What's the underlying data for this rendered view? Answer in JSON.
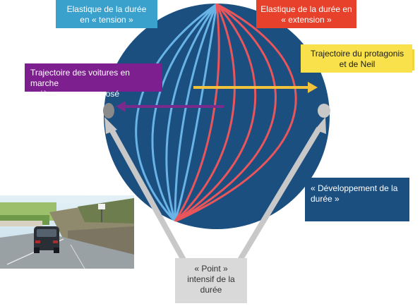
{
  "labels": {
    "tension": [
      "Elastique de la durée",
      "en « tension »"
    ],
    "extension": [
      "Elastique de la durée en",
      "« extension »"
    ],
    "protagonist": [
      "Trajectoire du protagonis",
      "et de Neil"
    ],
    "reverse_cars": [
      "Trajectoire des voitures en marche",
      "arrière, en sens opposé"
    ],
    "development": [
      "« Développement de la",
      "durée »"
    ],
    "point": [
      "« Point »",
      "intensif de la",
      "durée"
    ]
  },
  "colors": {
    "sphere": "#1b4f80",
    "tension_lines": "#69b4e6",
    "extension_lines": "#e9555a",
    "tension_box": "#3aa0cc",
    "extension_box": "#e8412b",
    "protagonist_box": "#f8e14a",
    "protagonist_arrow": "#f2c23c",
    "reverse_box": "#7d1f8e",
    "reverse_arrow": "#7a2a8c",
    "development_box": "#1b4f80",
    "point_box": "#d9d9d9",
    "pointer_arrows": "#c8c8c8"
  },
  "photo": {
    "description_icon": "car-on-road-photo"
  }
}
